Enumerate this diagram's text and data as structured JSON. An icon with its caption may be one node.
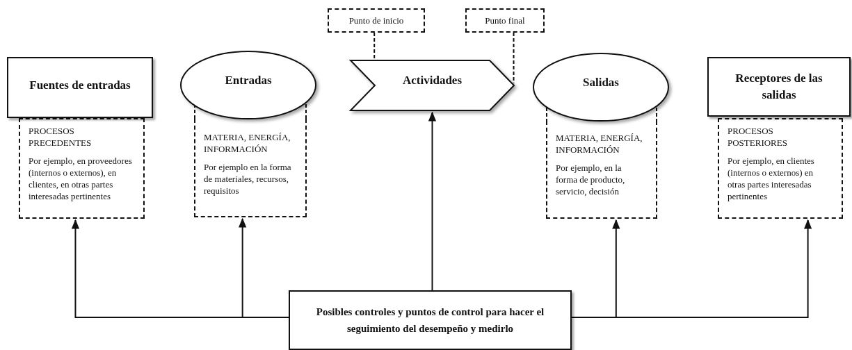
{
  "diagram": {
    "nodes": [
      {
        "text": [
          "Fuentes de entradas"
        ]
      },
      {
        "text": [
          "PROCESOS PRECEDENTES",
          "Por ejemplo, en proveedores (internos o externos), en clientes, en otras partes interesadas pertinentes"
        ]
      },
      {
        "text": [
          "Entradas"
        ]
      },
      {
        "text": [
          "MATERIA, ENERGÍA, INFORMACIÓN",
          "Por ejemplo en la forma de materiales, recursos, requisitos"
        ]
      },
      {
        "text": [
          "Punto de inicio"
        ]
      },
      {
        "text": [
          "Actividades"
        ]
      },
      {
        "text": [
          "Punto final"
        ]
      },
      {
        "text": [
          "Salidas"
        ]
      },
      {
        "text": [
          "MATERIA, ENERGÍA, INFORMACIÓN",
          "Por ejemplo, en la forma de producto, servicio, decisión"
        ]
      },
      {
        "text": [
          "Receptores de las salidas"
        ]
      },
      {
        "text": [
          "PROCESOS POSTERIORES",
          "Por ejemplo, en clientes (internos o externos) en otras partes interesadas pertinentes"
        ]
      },
      {
        "text": [
          "Posibles controles y puntos de control para hacer el seguimiento del desempeño y medirlo"
        ]
      }
    ],
    "edges": [
      {
        "from": 4,
        "to": 5,
        "arrow": "none",
        "style": "dashed"
      },
      {
        "from": 6,
        "to": 5,
        "arrow": "none",
        "style": "dashed"
      },
      {
        "from": 11,
        "to": 1,
        "arrow": "to"
      },
      {
        "from": 11,
        "to": 3,
        "arrow": "to"
      },
      {
        "from": 11,
        "to": 5,
        "arrow": "to"
      },
      {
        "from": 11,
        "to": 8,
        "arrow": "to"
      },
      {
        "from": 11,
        "to": 10,
        "arrow": "to"
      }
    ]
  }
}
